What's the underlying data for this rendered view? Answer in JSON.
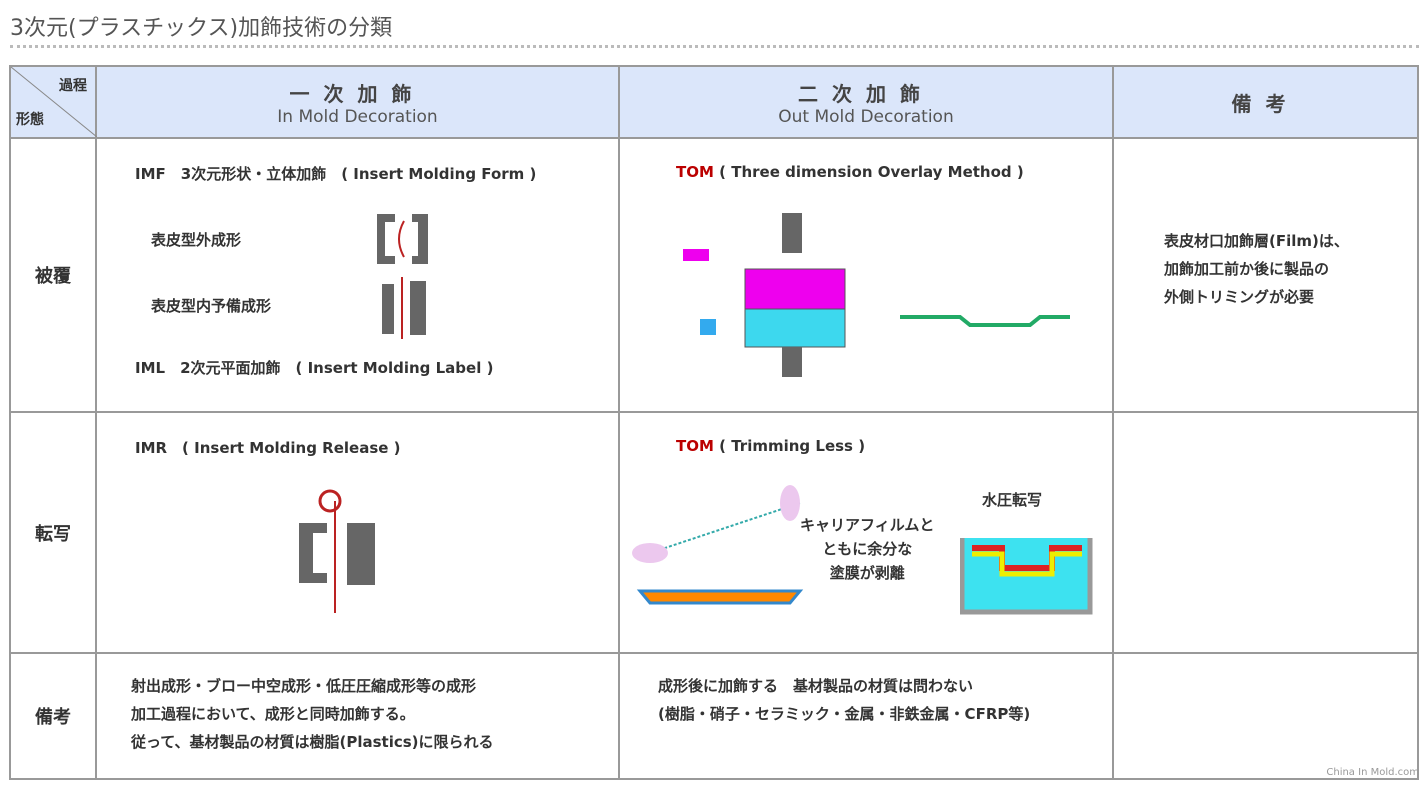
{
  "title": "3次元(プラスチックス)加飾技術の分類",
  "header": {
    "process": "過程",
    "form": "形態",
    "col1_jp": "一次加飾",
    "col1_en": "In Mold Decoration",
    "col2_jp": "二次加飾",
    "col2_en": "Out Mold Decoration",
    "col3": "備考"
  },
  "rows": {
    "cover": {
      "label": "被覆",
      "imf": "IMF　3次元形状・立体加飾　( Insert Molding Form )",
      "imf_a": "表皮型外成形",
      "imf_b": "表皮型内予備成形",
      "iml": "IML　2次元平面加飾　( Insert Molding Label )",
      "tom_red": "TOM",
      "tom": " ( Three dimension Overlay Method )",
      "note": [
        "表皮材口加飾層(Film)は、",
        "加飾加工前か後に製品の",
        "外側トリミングが必要"
      ]
    },
    "transfer": {
      "label": "転写",
      "imr": "IMR　( Insert Molding Release )",
      "tom_red": "TOM",
      "tom": " ( Trimming Less )",
      "carrier": [
        "キャリアフィルムと",
        "ともに余分な",
        "塗膜が剥離"
      ],
      "water": "水圧転写"
    },
    "remarks": {
      "label": "備考",
      "col1": [
        "射出成形・ブロー中空成形・低圧圧縮成形等の成形",
        "加工過程において、成形と同時加飾する。",
        "従って、基材製品の材質は樹脂(Plastics)に限られる"
      ],
      "col2": [
        "成形後に加飾する　基材製品の材質は問わない",
        "(樹脂・硝子・セラミック・金属・非鉄金属・CFRP等)"
      ]
    }
  },
  "watermark": "China In Mold.com"
}
